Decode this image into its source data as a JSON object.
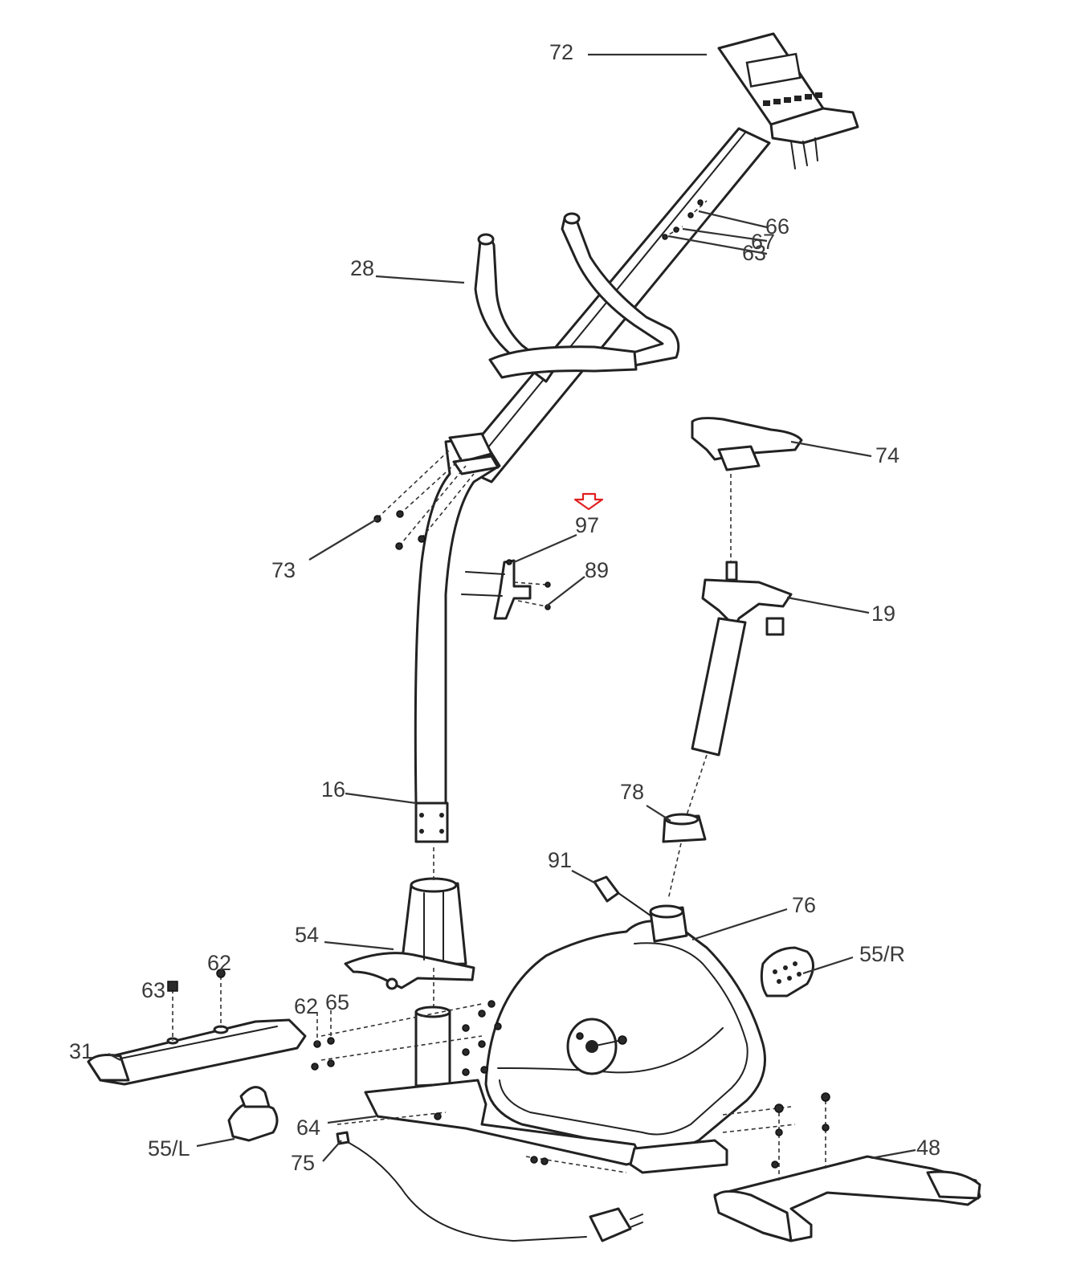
{
  "diagram": {
    "highlight_color": "#e02020",
    "highlight_icon": "down-arrow-icon",
    "highlighted_part": "97",
    "labels": {
      "p72": "72",
      "p66": "66",
      "p67": "67",
      "p63a": "63",
      "p28": "28",
      "p74": "74",
      "p97": "97",
      "p89": "89",
      "p73": "73",
      "p19": "19",
      "p16": "16",
      "p78": "78",
      "p91": "91",
      "p76": "76",
      "p54": "54",
      "p55r": "55/R",
      "p62a": "62",
      "p63b": "63",
      "p62b": "62",
      "p65": "65",
      "p31": "31",
      "p55l": "55/L",
      "p64": "64",
      "p75": "75",
      "p48": "48"
    }
  }
}
